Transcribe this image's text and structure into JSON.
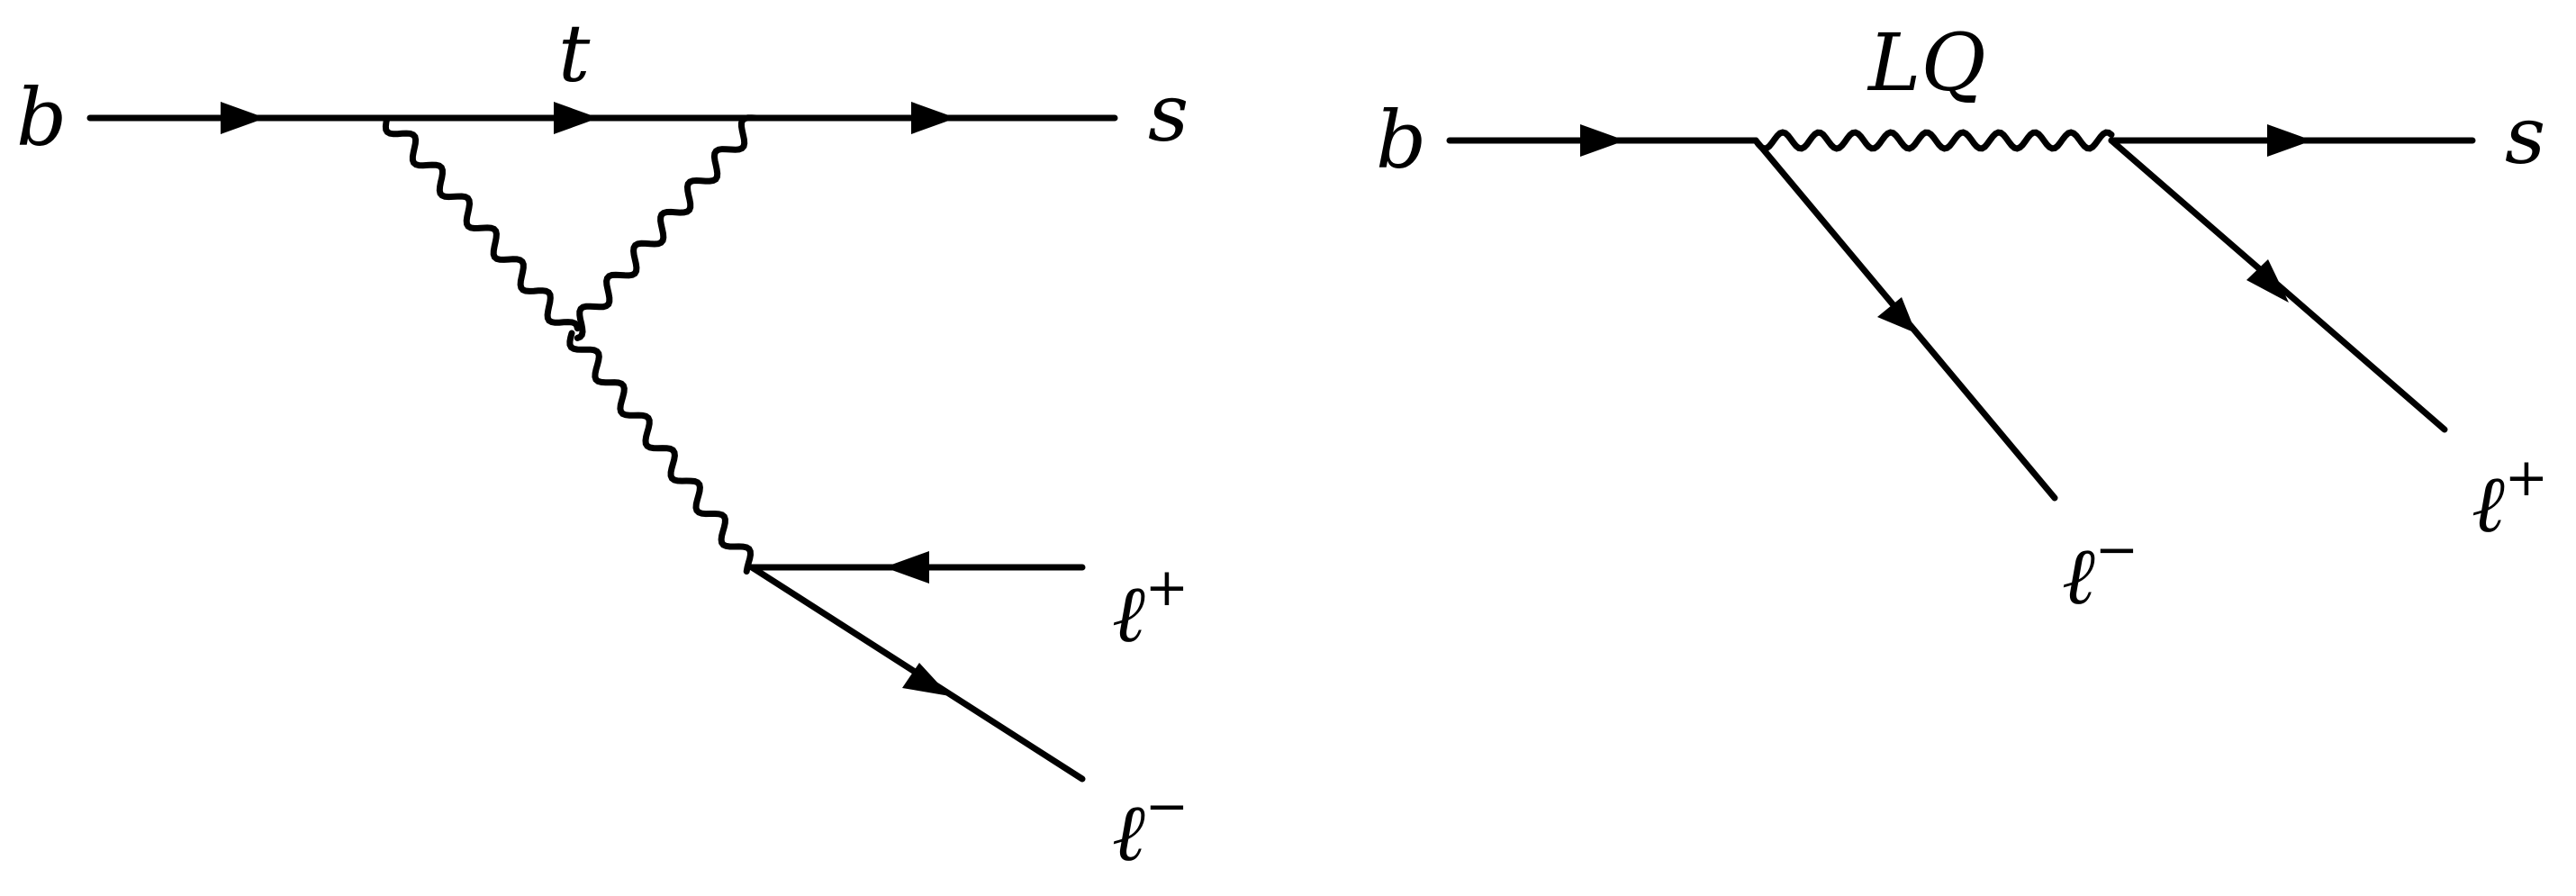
{
  "diagrams": [
    {
      "labels": {
        "b": "b",
        "t": "t",
        "s": "s",
        "lplus": "ℓ",
        "lplus_sup": "+",
        "lminus": "ℓ",
        "lminus_sup": "−"
      }
    },
    {
      "labels": {
        "b": "b",
        "lq": "LQ",
        "s": "s",
        "lminus": "ℓ",
        "lminus_sup": "−",
        "lplus": "ℓ",
        "lplus_sup": "+"
      }
    }
  ]
}
